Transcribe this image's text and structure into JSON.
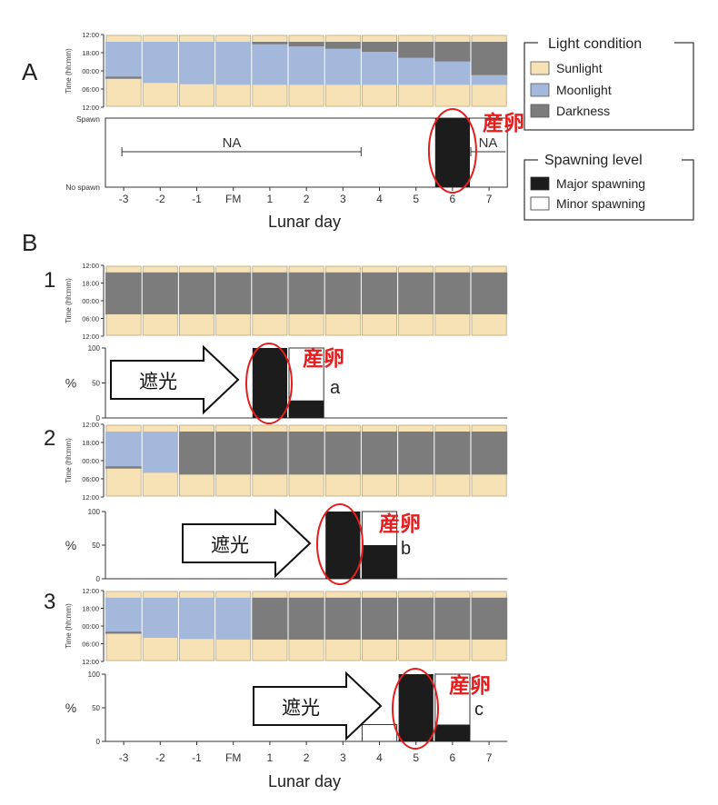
{
  "colors": {
    "sunlight": "#f7e2b6",
    "moonlight": "#a4b8dc",
    "darkness": "#7c7c7c",
    "major": "#1c1c1c",
    "minor": "#ffffff",
    "annotation": "#e51d1d"
  },
  "lunar_days": [
    "-3",
    "-2",
    "-1",
    "FM",
    "1",
    "2",
    "3",
    "4",
    "5",
    "6",
    "7"
  ],
  "xlabel": "Lunar day",
  "legend": {
    "light_title": "Light condition",
    "light_items": [
      "Sunlight",
      "Moonlight",
      "Darkness"
    ],
    "spawn_title": "Spawning level",
    "spawn_items": [
      "Major spawning",
      "Minor spawning"
    ]
  },
  "light_axis": {
    "label": "Time (hh:mm)",
    "ticks": [
      "12:00",
      "18:00",
      "00:00",
      "06:00",
      "12:00"
    ]
  },
  "panel_a": {
    "letter": "A",
    "spawn_axis": {
      "top": "Spawn",
      "bottom": "No spawn"
    },
    "na_label": "NA",
    "annotation": "産卵",
    "chart_data": {
      "type": "bar",
      "categories": [
        "-3",
        "-2",
        "-1",
        "FM",
        "1",
        "2",
        "3",
        "4",
        "5",
        "6",
        "7"
      ],
      "series": [
        {
          "name": "Major spawning",
          "values": [
            null,
            null,
            null,
            null,
            null,
            null,
            null,
            null,
            0,
            1,
            null
          ]
        }
      ],
      "na_days": [
        "-3",
        "-2",
        "-1",
        "FM",
        "1",
        "2",
        "3",
        "7"
      ],
      "light_bands_hours_after_noon": [
        {
          "day": "-3",
          "moon": [
            2.4,
            14.6
          ],
          "dark": [
            13.9,
            14.6
          ]
        },
        {
          "day": "-2",
          "moon": [
            2.4,
            16.0
          ]
        },
        {
          "day": "-1",
          "moon": [
            2.4,
            16.4
          ]
        },
        {
          "day": "FM",
          "moon": [
            2.4,
            16.6
          ]
        },
        {
          "day": "1",
          "moon": [
            2.6,
            16.6
          ],
          "dark": [
            2.4,
            3.2
          ]
        },
        {
          "day": "2",
          "moon": [
            3.4,
            16.6
          ],
          "dark": [
            2.4,
            3.9
          ]
        },
        {
          "day": "3",
          "moon": [
            4.7,
            16.6
          ],
          "dark": [
            2.4,
            4.7
          ]
        },
        {
          "day": "4",
          "moon": [
            5.7,
            16.6
          ],
          "dark": [
            2.4,
            5.7
          ]
        },
        {
          "day": "5",
          "moon": [
            7.7,
            16.6
          ],
          "dark": [
            2.4,
            7.7
          ]
        },
        {
          "day": "6",
          "moon": [
            8.9,
            16.6
          ],
          "dark": [
            2.4,
            8.9
          ]
        },
        {
          "day": "7",
          "moon": [
            13.4,
            16.6
          ],
          "dark": [
            2.4,
            13.4
          ]
        }
      ]
    }
  },
  "panel_b": {
    "letter": "B",
    "experiments": [
      {
        "number": "1",
        "shade_label": "遮光",
        "annotation": "産卵",
        "letter": "a",
        "y_ticks": [
          "100",
          "50",
          "0"
        ],
        "ylabel": "%",
        "chart_data": {
          "type": "bar",
          "categories": [
            "-3",
            "-2",
            "-1",
            "FM",
            "1",
            "2",
            "3",
            "4",
            "5",
            "6",
            "7"
          ],
          "ylim": [
            0,
            100
          ],
          "series": [
            {
              "name": "Major spawning",
              "values": [
                null,
                null,
                null,
                null,
                100,
                25,
                null,
                null,
                null,
                null,
                null
              ]
            },
            {
              "name": "Minor spawning",
              "values": [
                null,
                null,
                null,
                null,
                0,
                100,
                null,
                null,
                null,
                null,
                null
              ]
            }
          ],
          "light_bands_hours_after_noon": [
            {
              "day": "-3",
              "dark": [
                2.4,
                16.6
              ]
            },
            {
              "day": "-2",
              "dark": [
                2.4,
                16.6
              ]
            },
            {
              "day": "-1",
              "dark": [
                2.4,
                16.6
              ]
            },
            {
              "day": "FM",
              "dark": [
                2.4,
                16.6
              ]
            },
            {
              "day": "1",
              "dark": [
                2.4,
                16.6
              ]
            },
            {
              "day": "2",
              "dark": [
                2.4,
                16.6
              ]
            },
            {
              "day": "3",
              "dark": [
                2.4,
                16.6
              ]
            },
            {
              "day": "4",
              "dark": [
                2.4,
                16.6
              ]
            },
            {
              "day": "5",
              "dark": [
                2.4,
                16.6
              ]
            },
            {
              "day": "6",
              "dark": [
                2.4,
                16.6
              ]
            },
            {
              "day": "7",
              "dark": [
                2.4,
                16.6
              ]
            }
          ]
        }
      },
      {
        "number": "2",
        "shade_label": "遮光",
        "annotation": "産卵",
        "letter": "b",
        "y_ticks": [
          "100",
          "50",
          "0"
        ],
        "ylabel": "%",
        "chart_data": {
          "type": "bar",
          "categories": [
            "-3",
            "-2",
            "-1",
            "FM",
            "1",
            "2",
            "3",
            "4",
            "5",
            "6",
            "7"
          ],
          "ylim": [
            0,
            100
          ],
          "series": [
            {
              "name": "Major spawning",
              "values": [
                null,
                null,
                null,
                null,
                null,
                null,
                100,
                50,
                null,
                null,
                null
              ]
            },
            {
              "name": "Minor spawning",
              "values": [
                null,
                null,
                null,
                null,
                null,
                null,
                0,
                100,
                null,
                null,
                null
              ]
            }
          ],
          "light_bands_hours_after_noon": [
            {
              "day": "-3",
              "moon": [
                2.4,
                14.6
              ],
              "dark": [
                13.9,
                14.6
              ]
            },
            {
              "day": "-2",
              "moon": [
                2.4,
                16.0
              ]
            },
            {
              "day": "-1",
              "dark": [
                2.4,
                16.6
              ]
            },
            {
              "day": "FM",
              "dark": [
                2.4,
                16.6
              ]
            },
            {
              "day": "1",
              "dark": [
                2.4,
                16.6
              ]
            },
            {
              "day": "2",
              "dark": [
                2.4,
                16.6
              ]
            },
            {
              "day": "3",
              "dark": [
                2.4,
                16.6
              ]
            },
            {
              "day": "4",
              "dark": [
                2.4,
                16.6
              ]
            },
            {
              "day": "5",
              "dark": [
                2.4,
                16.6
              ]
            },
            {
              "day": "6",
              "dark": [
                2.4,
                16.6
              ]
            },
            {
              "day": "7",
              "dark": [
                2.4,
                16.6
              ]
            }
          ]
        }
      },
      {
        "number": "3",
        "shade_label": "遮光",
        "annotation": "産卵",
        "letter": "c",
        "y_ticks": [
          "100",
          "50",
          "0"
        ],
        "ylabel": "%",
        "chart_data": {
          "type": "bar",
          "categories": [
            "-3",
            "-2",
            "-1",
            "FM",
            "1",
            "2",
            "3",
            "4",
            "5",
            "6",
            "7"
          ],
          "ylim": [
            0,
            100
          ],
          "series": [
            {
              "name": "Major spawning",
              "values": [
                null,
                null,
                null,
                null,
                null,
                null,
                null,
                0,
                100,
                25,
                null
              ]
            },
            {
              "name": "Minor spawning",
              "values": [
                null,
                null,
                null,
                null,
                null,
                null,
                null,
                25,
                0,
                100,
                null
              ]
            }
          ],
          "light_bands_hours_after_noon": [
            {
              "day": "-3",
              "moon": [
                2.4,
                14.6
              ],
              "dark": [
                13.9,
                14.6
              ]
            },
            {
              "day": "-2",
              "moon": [
                2.4,
                16.0
              ]
            },
            {
              "day": "-1",
              "moon": [
                2.4,
                16.4
              ]
            },
            {
              "day": "FM",
              "moon": [
                2.4,
                16.6
              ]
            },
            {
              "day": "1",
              "dark": [
                2.4,
                16.6
              ]
            },
            {
              "day": "2",
              "dark": [
                2.4,
                16.6
              ]
            },
            {
              "day": "3",
              "dark": [
                2.4,
                16.6
              ]
            },
            {
              "day": "4",
              "dark": [
                2.4,
                16.6
              ]
            },
            {
              "day": "5",
              "dark": [
                2.4,
                16.6
              ]
            },
            {
              "day": "6",
              "dark": [
                2.4,
                16.6
              ]
            },
            {
              "day": "7",
              "dark": [
                2.4,
                16.6
              ]
            }
          ]
        }
      }
    ]
  }
}
